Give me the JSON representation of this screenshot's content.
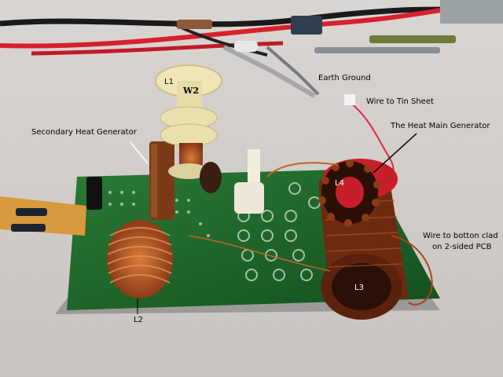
{
  "labels": {
    "l1": "L1",
    "w2": "W2",
    "earth_ground": "Earth Ground",
    "wire_tin_sheet": "Wire to Tin Sheet",
    "secondary_heat": "Secondary Heat Generator",
    "heat_main": "The Heat Main Generator",
    "l4": "L4",
    "wire_bottom_line1": "Wire to botton clad",
    "wire_bottom_line2": "on 2-sided PCB",
    "l2": "L2",
    "l3": "L3"
  },
  "colors": {
    "background": "#cfcac6",
    "pcb_green": "#1f6a2c",
    "copper": "#b5551f",
    "red_wire": "#e0283a"
  }
}
